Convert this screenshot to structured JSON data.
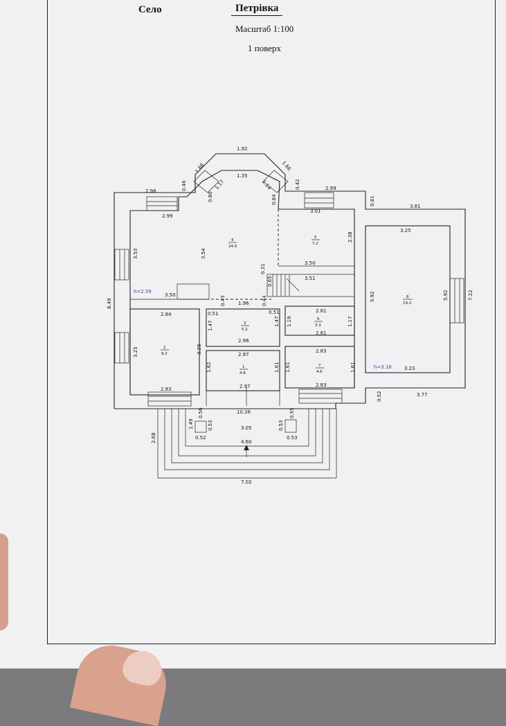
{
  "header": {
    "settlement_type": "Село",
    "settlement_name": "Петрівка",
    "scale": "Масштаб 1:100",
    "floor": "1 поверх"
  },
  "rooms": [
    {
      "number": "1",
      "area": "4.8"
    },
    {
      "number": "2",
      "area": "9.2"
    },
    {
      "number": "3",
      "area": "5.2"
    },
    {
      "number": "4",
      "area": "24.6"
    },
    {
      "number": "5",
      "area": "7.2"
    },
    {
      "number": "6",
      "area": "3.3"
    },
    {
      "number": "7",
      "area": "4.6"
    },
    {
      "number": "8",
      "area": "19.2"
    }
  ],
  "heights": {
    "main": "h=2.59",
    "garage": "h=3.16"
  },
  "dimensions": {
    "bay_top": "1.92",
    "bay_inner": "1.35",
    "bay_left_diag": "1.68",
    "bay_right_diag": "1.66",
    "bay_left_inner": "1.17",
    "bay_right_inner": "1.14",
    "bay_left_wall": "0.80",
    "bay_right_wall": "0.84",
    "left_top_wall": "0.46",
    "right_top_wall": "0.42",
    "top_left_outer": "2.98",
    "top_left_inner": "2.99",
    "top_right_outer": "2.99",
    "top_right_inner": "3.01",
    "garage_gap": "0.81",
    "garage_outer_top": "3.81",
    "garage_inner_top": "3.25",
    "left_outer_height": "8.49",
    "room4_left": "3.53",
    "room4_mid": "3.54",
    "room4_bottom": "3.50",
    "room5_right": "2.38",
    "room5_bottom": "3.50",
    "stair_gap": "0.31",
    "stair_wall": "0.65",
    "stair_width": "3.51",
    "hall_left_gap": "0.43",
    "hall_width": "1.96",
    "hall_right_gap": "0.44",
    "room2_top": "2.84",
    "room2_left": "3.25",
    "room2_right": "3.25",
    "room2_bottom": "2.83",
    "room3_left": "1.47",
    "room3_gap_left": "0.51",
    "room3_gap_right": "0.51",
    "room3_right": "1.47",
    "room3_bottom_a": "2.96",
    "room3_bottom_b": "2.97",
    "room6_top": "2.81",
    "room6_left": "1.19",
    "room6_right": "1.17",
    "room6_bottom": "2.81",
    "room1_left": "1.62",
    "room1_right": "1.61",
    "room1_bottom": "2.97",
    "room7_top": "2.83",
    "room7_left": "1.61",
    "room7_right": "1.61",
    "room7_bottom": "2.83",
    "room8_left": "5.92",
    "room8_right": "5.92",
    "room8_bottom": "3.23",
    "garage_outer_right": "7.22",
    "garage_step": "0.52",
    "garage_outer_bottom": "3.77",
    "house_bottom": "10.26",
    "porch_depth": "2.68",
    "porch_post_l_h": "0.56",
    "porch_post_l_side": "1.49",
    "porch_post_l_w": "0.53",
    "porch_post_l_bottom": "0.52",
    "porch_inner": "3.05",
    "porch_post_r_w": "0.53",
    "porch_post_r_h": "0.55",
    "porch_post_r_bottom": "0.53",
    "porch_width": "4.60",
    "porch_outer": "7.02"
  }
}
